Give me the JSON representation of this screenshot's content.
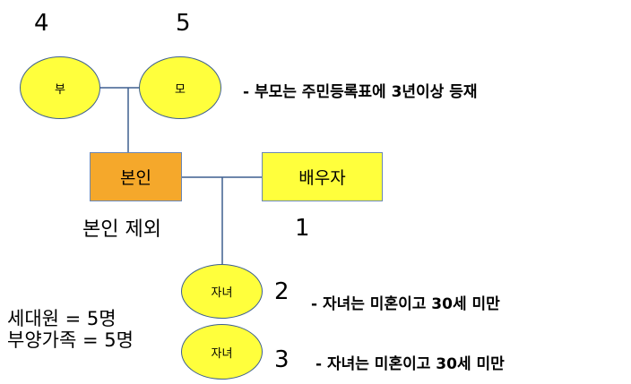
{
  "nodes": {
    "father": {
      "label": "부",
      "number": "4"
    },
    "mother": {
      "label": "모",
      "number": "5"
    },
    "self": {
      "label": "본인"
    },
    "spouse": {
      "label": "배우자",
      "number": "1"
    },
    "child1": {
      "label": "자녀",
      "number": "2"
    },
    "child2": {
      "label": "자녀",
      "number": "3"
    }
  },
  "notes": {
    "parents": "- 부모는 주민등록표에 3년이상 등재",
    "child1": "- 자녀는 미혼이고 30세 미만",
    "child2": "- 자녀는 미혼이고 30세 미만"
  },
  "self_excluded": "본인 제외",
  "summary": {
    "household_members": "세대원 = 5명",
    "dependents": "부양가족 = 5명"
  },
  "colors": {
    "ellipse_fill": "#ffff3c",
    "self_fill": "#f5a82b",
    "spouse_fill": "#ffff3c",
    "line": "#3d5f8f"
  }
}
